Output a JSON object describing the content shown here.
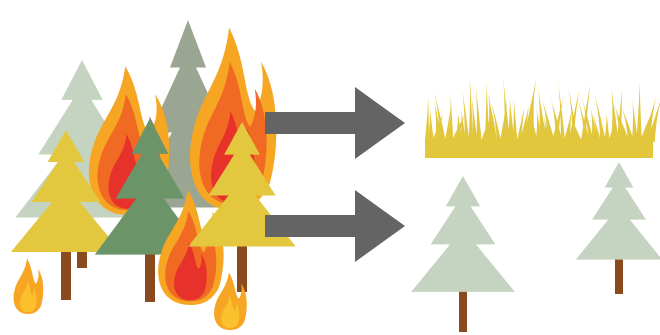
{
  "colors": {
    "background": "#ffffff",
    "pale_green": "#c4d4c0",
    "sage_green": "#9aa692",
    "forest_green": "#6b9468",
    "yellow_tree": "#e3c73e",
    "grass": "#e2c63c",
    "trunk": "#8a4a1e",
    "flame_outer": "#f6a623",
    "flame_orange": "#f06a24",
    "flame_red": "#e6322a",
    "flame_yellow": "#fbc12d",
    "arrow": "#646464"
  },
  "diagram": {
    "left_group": "burning-forest",
    "arrows": [
      "arrow-to-grassland",
      "arrow-to-regrowth"
    ],
    "outcomes": [
      "grassland",
      "regrowing-trees"
    ]
  }
}
